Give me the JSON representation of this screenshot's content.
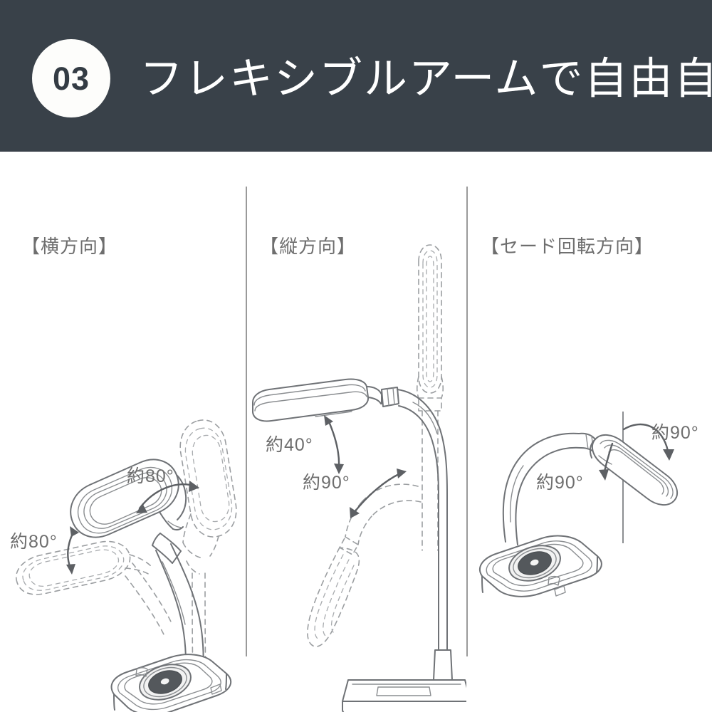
{
  "header": {
    "step_number": "03",
    "title": "フレキシブルアームで自由自在",
    "background_color": "#394149",
    "badge_color": "#fdfdfb",
    "title_color": "#ffffff"
  },
  "panels": [
    {
      "id": "horizontal",
      "label": "【横方向】",
      "annotations": [
        {
          "id": "top",
          "text": "約80°"
        },
        {
          "id": "left",
          "text": "約80°"
        }
      ]
    },
    {
      "id": "vertical",
      "label": "【縦方向】",
      "annotations": [
        {
          "id": "upper",
          "text": "約90°"
        },
        {
          "id": "lower",
          "text": "約40°"
        }
      ]
    },
    {
      "id": "shade-rotation",
      "label": "【セード回転方向】",
      "annotations": [
        {
          "id": "right",
          "text": "約90°"
        },
        {
          "id": "left",
          "text": "約90°"
        }
      ]
    }
  ],
  "colors": {
    "line_art": "#6f7276",
    "ghost_line": "#9b9ea1",
    "divider": "#9a9a9a",
    "label_text": "#6e6e6e",
    "page_background": "#ffffff"
  }
}
